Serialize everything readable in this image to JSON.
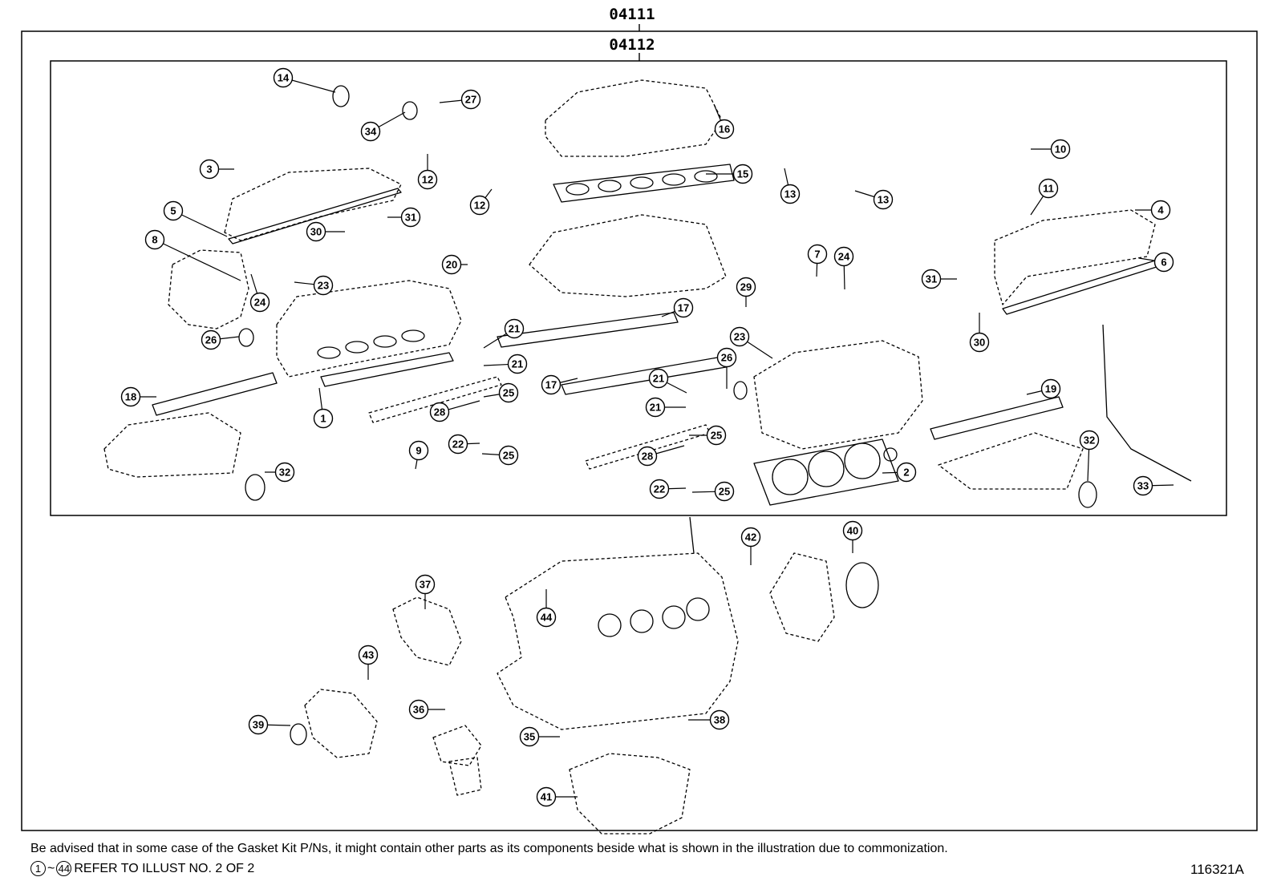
{
  "kit_labels": {
    "outer": "04111",
    "inner": "04112"
  },
  "illustration_id": "116321A",
  "note": "Be advised that in some case of the Gasket Kit P/Ns, it might contain other parts as its components beside what is shown in the illustration due to commonization.",
  "refer": {
    "from": "1",
    "to": "44",
    "text": "REFER TO ILLUST NO. 2 OF 2"
  },
  "callouts": [
    "1",
    "2",
    "3",
    "4",
    "5",
    "6",
    "7",
    "8",
    "9",
    "10",
    "11",
    "12",
    "12",
    "13",
    "13",
    "14",
    "15",
    "16",
    "17",
    "17",
    "18",
    "19",
    "20",
    "21",
    "21",
    "21",
    "21",
    "22",
    "22",
    "23",
    "23",
    "24",
    "24",
    "25",
    "25",
    "25",
    "25",
    "26",
    "26",
    "27",
    "28",
    "28",
    "29",
    "30",
    "30",
    "31",
    "31",
    "32",
    "32",
    "33",
    "34",
    "35",
    "36",
    "37",
    "38",
    "39",
    "40",
    "41",
    "42",
    "43",
    "44"
  ]
}
